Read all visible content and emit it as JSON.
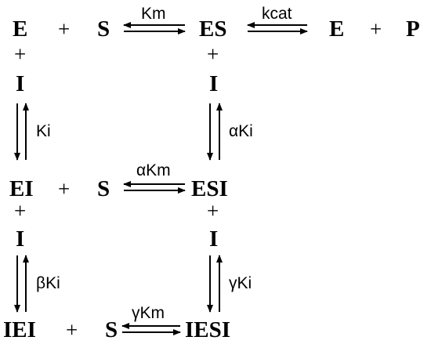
{
  "species": {
    "E": "E",
    "S": "S",
    "ES": "ES",
    "P": "P",
    "I": "I",
    "EI": "EI",
    "ESI": "ESI",
    "IEI": "IEI",
    "IESI": "IESI"
  },
  "operators": {
    "plus": "+"
  },
  "constants": {
    "Km": "Km",
    "kcat": "kcat",
    "Ki": "Ki",
    "alphaKi": "αKi",
    "alphaKm": "αKm",
    "betaKi": "βKi",
    "gammaKi": "γKi",
    "gammaKm": "γKm"
  }
}
